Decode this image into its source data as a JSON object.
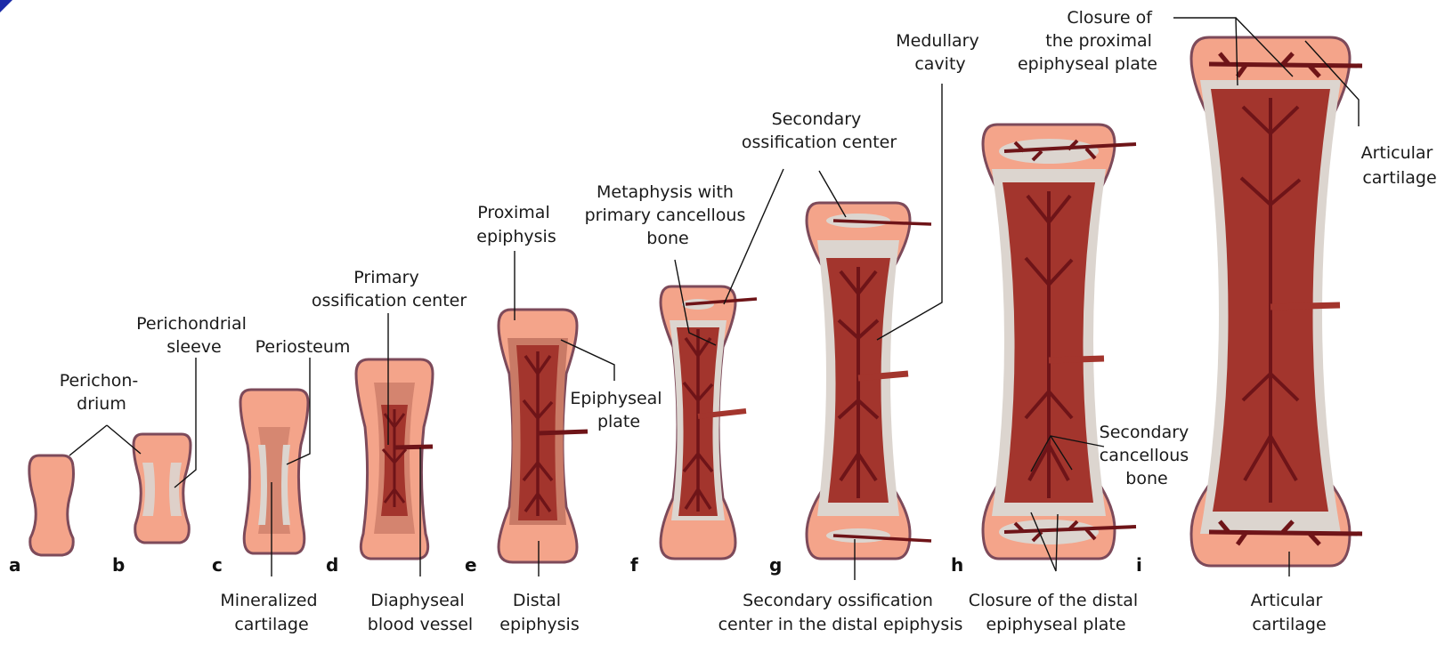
{
  "colors": {
    "cartilage": "#f4a48a",
    "mineralized": "#c97a66",
    "bone": "#a3352d",
    "vessel": "#6e1418",
    "sleeve": "#dcd5cf",
    "outline": "#7d4a5a"
  },
  "stages": [
    "a",
    "b",
    "c",
    "d",
    "e",
    "f",
    "g",
    "h",
    "i"
  ],
  "labels": {
    "perichondrium": [
      "Perichon-",
      "drium"
    ],
    "perichondrial_sleeve": [
      "Perichondrial",
      "sleeve"
    ],
    "periosteum": "Periosteum",
    "primary_ossification_center": [
      "Primary",
      "ossification center"
    ],
    "mineralized_cartilage": [
      "Mineralized",
      "cartilage"
    ],
    "diaphyseal_blood_vessel": [
      "Diaphyseal",
      "blood vessel"
    ],
    "proximal_epiphysis": [
      "Proximal",
      "epiphysis"
    ],
    "epiphyseal_plate": [
      "Epiphyseal",
      "plate"
    ],
    "distal_epiphysis": [
      "Distal",
      "epiphysis"
    ],
    "metaphysis": [
      "Metaphysis with",
      "primary cancellous",
      "bone"
    ],
    "secondary_ossification_center": [
      "Secondary",
      "ossification center"
    ],
    "secondary_ossification_center_distal": [
      "Secondary ossification",
      "center in the distal epiphysis"
    ],
    "medullary_cavity": [
      "Medullary",
      "cavity"
    ],
    "closure_proximal": [
      "Closure of",
      "the proximal",
      "epiphyseal plate"
    ],
    "closure_distal": [
      "Closure of the distal",
      "epiphyseal plate"
    ],
    "secondary_cancellous_bone": [
      "Secondary",
      "cancellous",
      "bone"
    ],
    "articular_cartilage_top": [
      "Articular",
      "cartilage"
    ],
    "articular_cartilage_bottom": [
      "Articular",
      "cartilage"
    ]
  }
}
